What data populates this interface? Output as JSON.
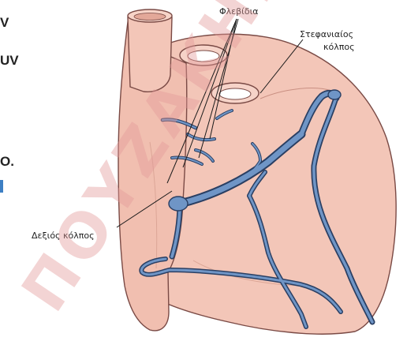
{
  "labels": {
    "venules": "Φλεβίδια",
    "coronary_sinus_line1": "Στεφανιαίος",
    "coronary_sinus_line2": "κόλπος",
    "right_atrium": "Δεξιός κόλπος"
  },
  "cropped_left_text": [
    "V",
    "UV",
    "O."
  ],
  "watermark": "ΠΟΥΖΑΚΗΣ",
  "colors": {
    "heart_fill": "#f3c6b8",
    "heart_shade": "#e8aa99",
    "outline": "#7a4a45",
    "vein_fill": "#6f95c6",
    "vein_outline": "#2a3f63",
    "watermark": "#e39a9a"
  }
}
